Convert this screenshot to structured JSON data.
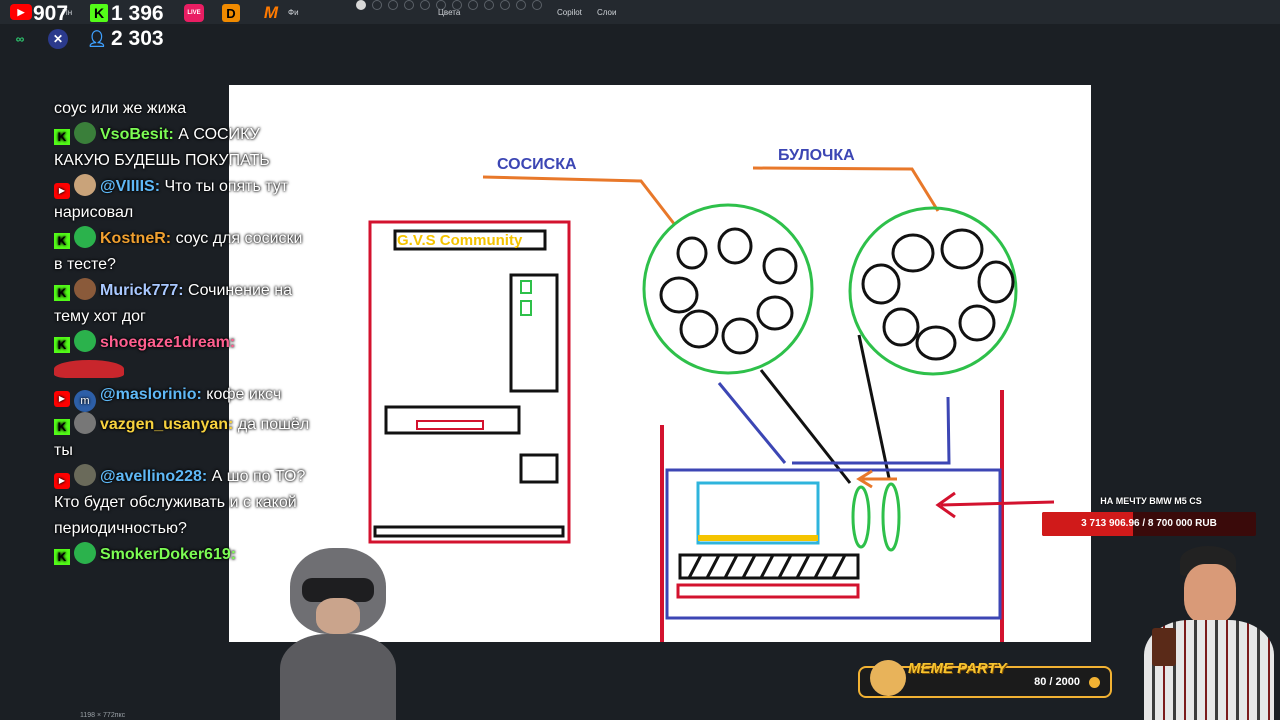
{
  "topbar": {
    "menu_left": "Ин",
    "menu_fi": "Фи",
    "colors_label": "Цвета",
    "copilot_label": "Copilot",
    "layers_label": "Слои",
    "status_bottom": "1198 × 772пкс"
  },
  "stats": {
    "youtube_viewers": "907",
    "kick_viewers": "1 396",
    "live_badge": "LIVE",
    "total_viewers": "2 303"
  },
  "chat": [
    {
      "platform": "",
      "nick": "",
      "nick_color": "",
      "text": "соус или же жижа"
    },
    {
      "platform": "kick",
      "nick": "VsoBesit:",
      "nick_color": "#7cfc54",
      "text": "А СОСИКУ КАКУЮ БУДЕШЬ ПОКУПАТЬ"
    },
    {
      "platform": "youtube",
      "nick": "@VIIIIS:",
      "nick_color": "#5fb8f6",
      "text": "Что ты опять тут нарисовал"
    },
    {
      "platform": "kick",
      "nick": "KostneR:",
      "nick_color": "#f0a030",
      "text": "соус для сосиски в тесте?"
    },
    {
      "platform": "kick",
      "nick": "Murick777:",
      "nick_color": "#a9c8ff",
      "text": "Сочинение на тему хот дог"
    },
    {
      "platform": "kick",
      "nick": "shoegaze1dream:",
      "nick_color": "#ff5f8f",
      "text": ""
    },
    {
      "platform": "youtube",
      "nick": "@maslorinio:",
      "nick_color": "#5fb8f6",
      "text": "кофе иксч"
    },
    {
      "platform": "kick",
      "nick": "vazgen_usanyan:",
      "nick_color": "#f7d23e",
      "text": "да пошёл ты"
    },
    {
      "platform": "youtube",
      "nick": "@avellino228:",
      "nick_color": "#5fb8f6",
      "text": "А шо по ТО? Кто будет обслуживать и с какой периодичностью?"
    },
    {
      "platform": "kick",
      "nick": "SmokerDoker619:",
      "nick_color": "#7cfc54",
      "text": ""
    }
  ],
  "drawing": {
    "label_sausage": "СОСИСКА",
    "label_bun": "БУЛОЧКА",
    "community_label": "G.V.S Community"
  },
  "goal": {
    "title": "НА МЕЧТУ BMW M5 CS",
    "progress_text": "3 713 906.96 / 8 700 000 RUB",
    "progress_fraction": 0.427
  },
  "meme_party": {
    "title": "MEME PARTY",
    "count": "80 / 2000"
  },
  "colors": {
    "kick": "#53fc18",
    "youtube": "#ff0000",
    "accent_red": "#d01a1a",
    "meme_gold": "#f2b233"
  }
}
